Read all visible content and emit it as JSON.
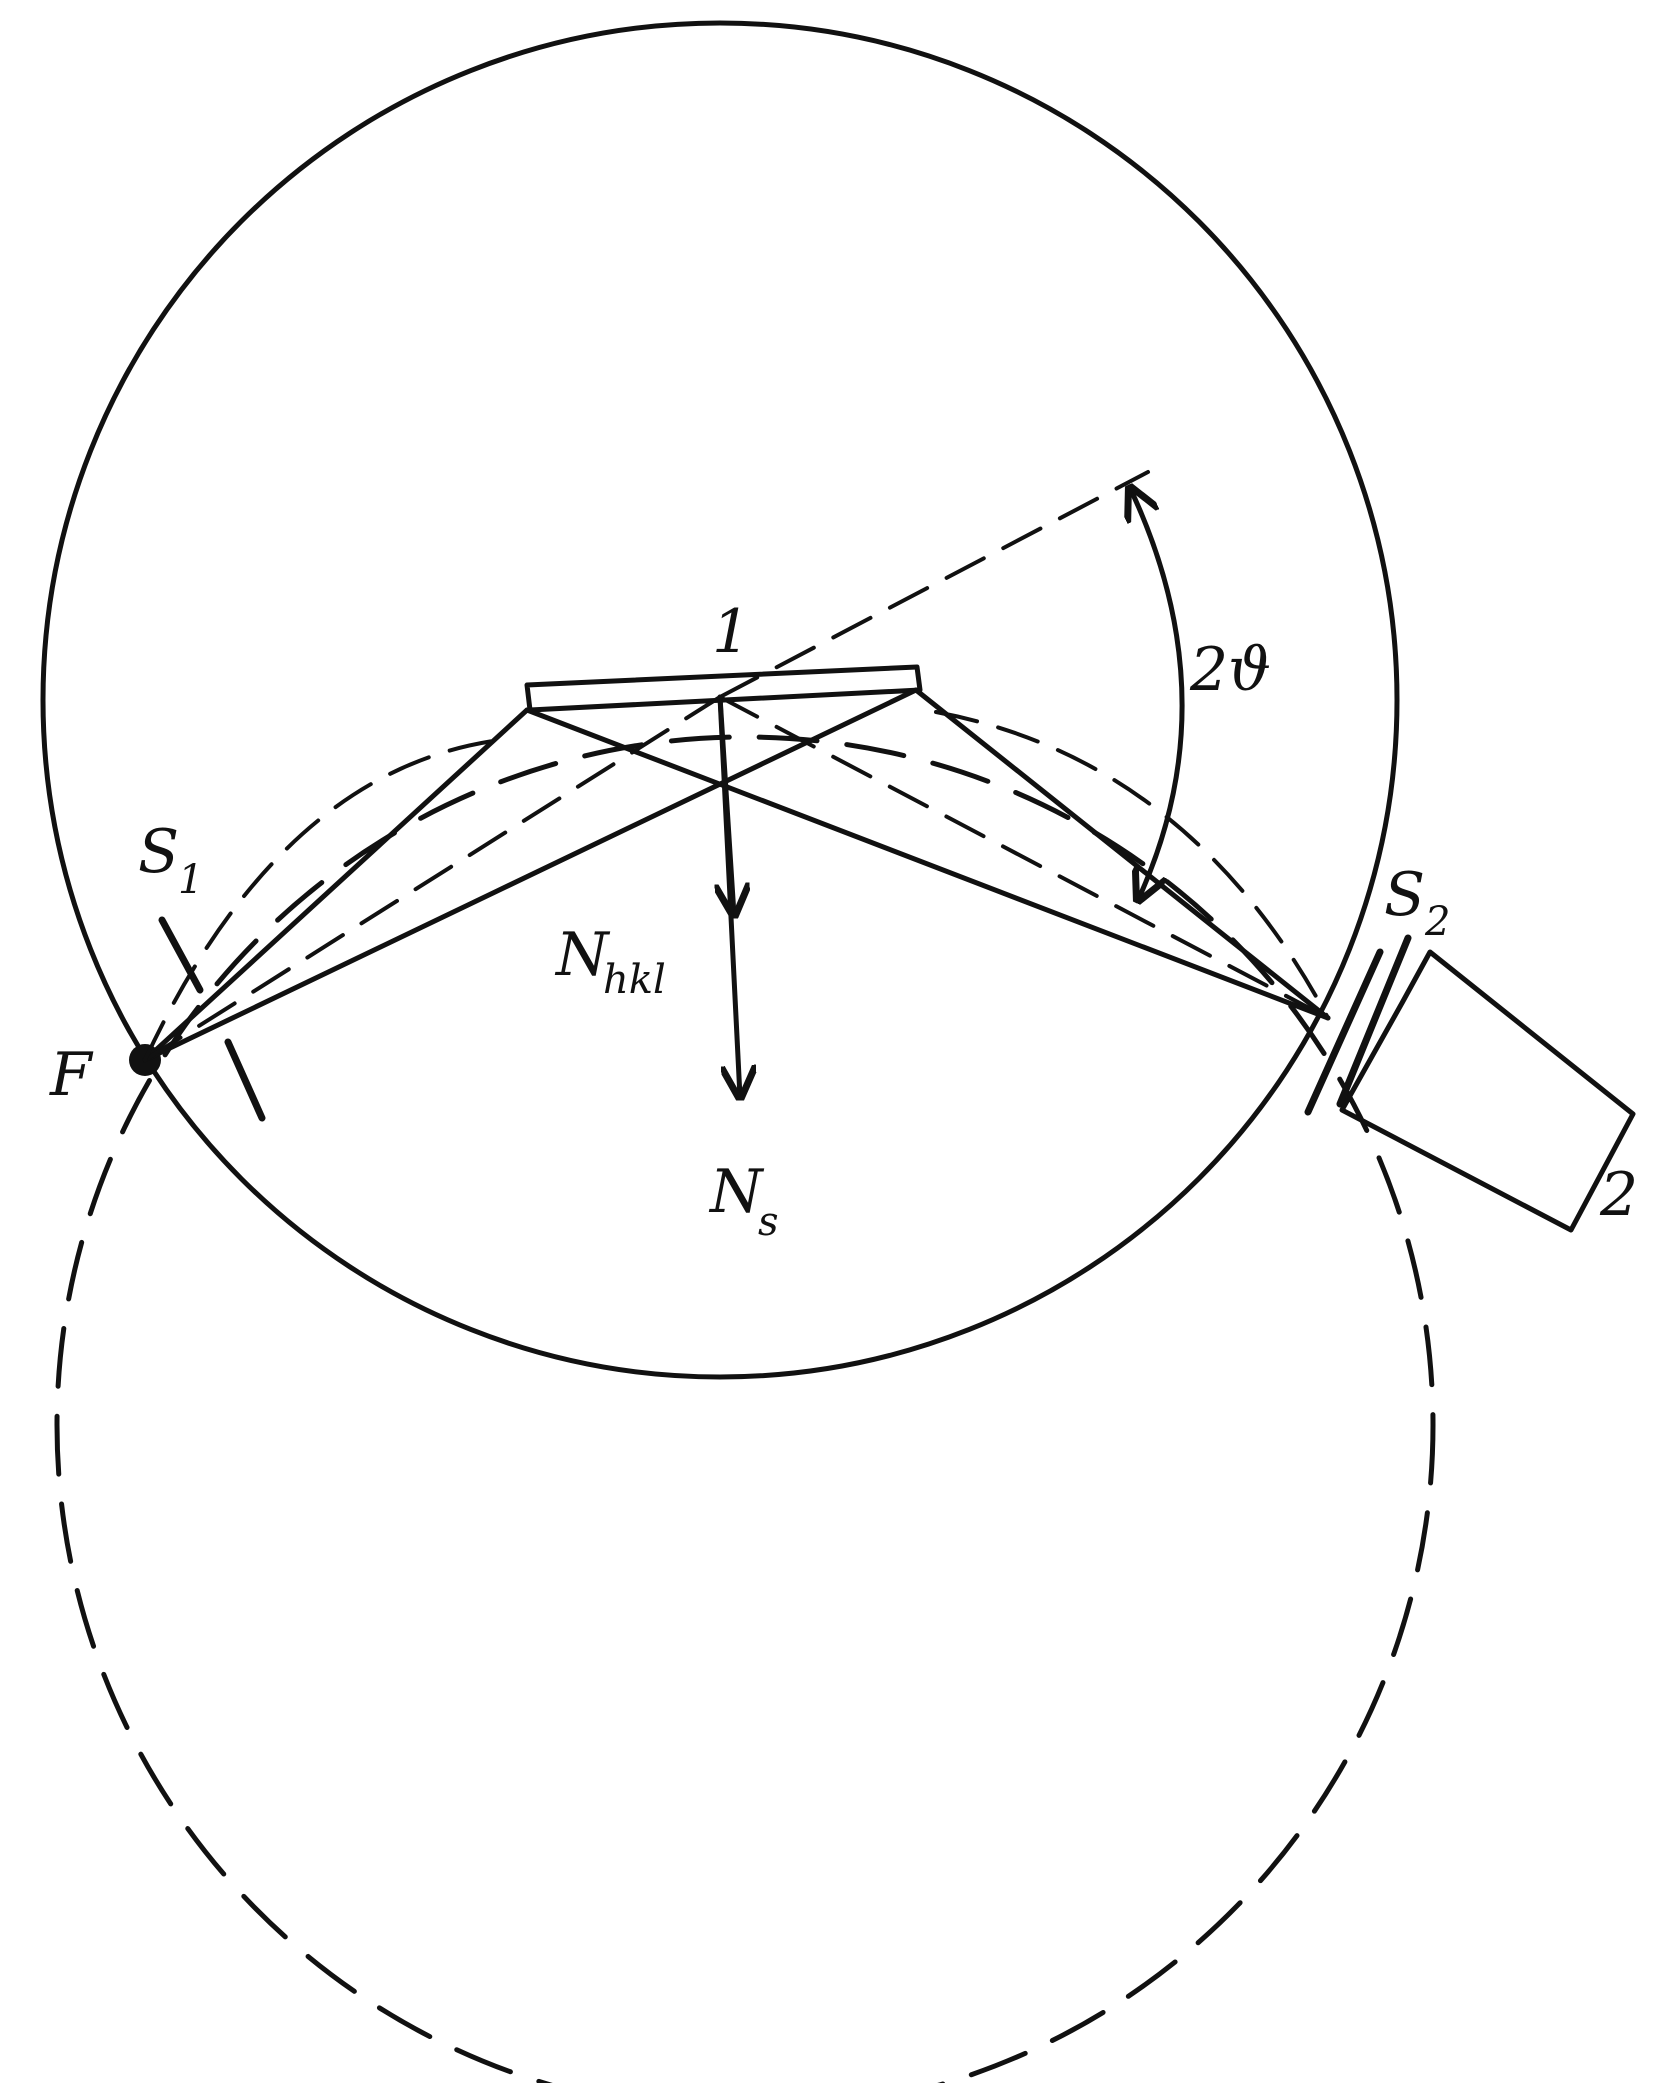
{
  "labels": {
    "crystal": "1",
    "detector": "2",
    "angle": "2ϑ",
    "focus": "F",
    "slit1_main": "S",
    "slit1_sub": "1",
    "slit2_main": "S",
    "slit2_sub": "2",
    "normal_hkl_main": "N",
    "normal_hkl_sub": "hkl",
    "normal_s_main": "N",
    "normal_s_sub": "s"
  }
}
